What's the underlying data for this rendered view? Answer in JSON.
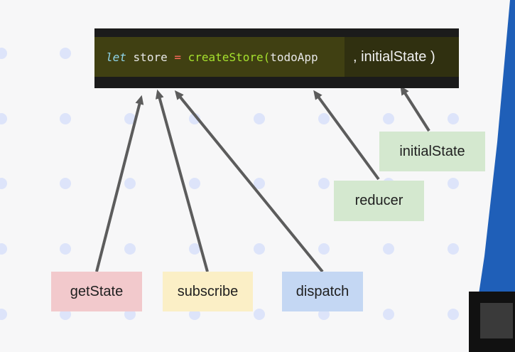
{
  "code": {
    "keyword": "let",
    "variable": "store",
    "operator": "=",
    "function": "createStore(",
    "argument": "todoApp",
    "tail": ", initialState )"
  },
  "labels": {
    "initial_state": "initialState",
    "reducer": "reducer",
    "get_state": "getState",
    "subscribe": "subscribe",
    "dispatch": "dispatch"
  },
  "colors": {
    "background": "#f7f7f8",
    "dot": "#dde4fa",
    "code_background": "#1b1b1b",
    "code_highlight_left": "#404012",
    "code_highlight_right": "#303010",
    "keyword": "#8fd4e8",
    "operator": "#ff6a5c",
    "function": "#a6e22e",
    "arrow": "#5c5c5c",
    "reducer_box": "#d4e8cf",
    "initial_state_box": "#d4e8cf",
    "get_state_box": "#f2c9cc",
    "subscribe_box": "#fbefc6",
    "dispatch_box": "#c4d7f3",
    "edge_blue": "#1f5fb8"
  }
}
